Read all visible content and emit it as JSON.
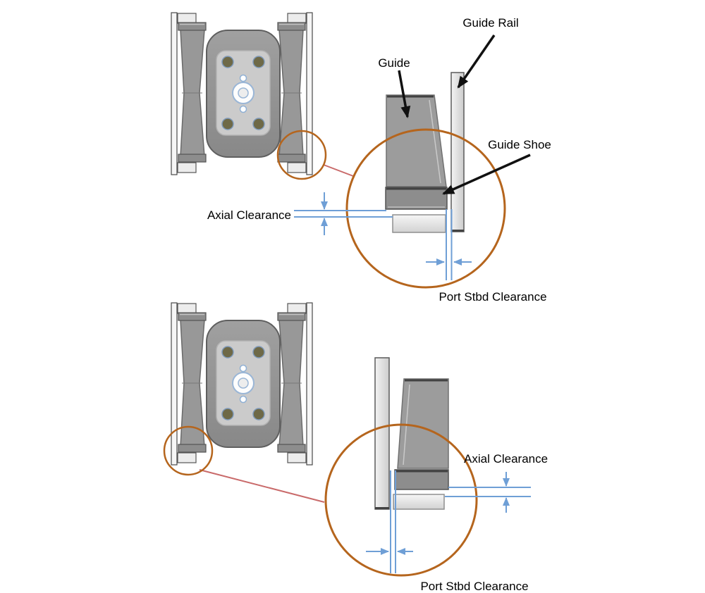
{
  "top_view": {
    "labels": {
      "guide": "Guide",
      "guide_rail": "Guide Rail",
      "guide_shoe": "Guide Shoe",
      "axial_clearance": "Axial Clearance",
      "port_stbd_clearance": "Port Stbd Clearance"
    }
  },
  "bottom_view": {
    "labels": {
      "axial_clearance": "Axial Clearance",
      "port_stbd_clearance": "Port Stbd Clearance"
    }
  },
  "colors": {
    "callout_circle": "#b5651d",
    "connector_line": "#c96a6a",
    "dimension_line": "#6f9fd6",
    "label_arrow": "#111111",
    "metal_light": "#f3f3f3",
    "metal_mid": "#9c9c9c",
    "bolt_olive": "#6e6947",
    "hub_ring_blue": "#9ab6d6"
  }
}
